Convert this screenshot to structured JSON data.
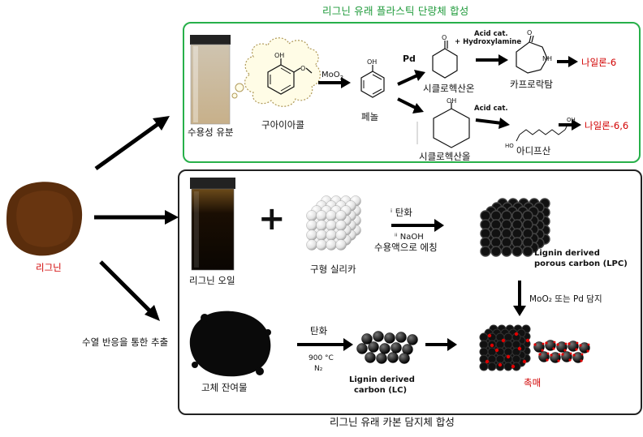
{
  "titles": {
    "top": "리그닌 유래 플라스틱 단량체 합성",
    "bottom": "리그닌 유래 카본 담지체 합성"
  },
  "source": {
    "lignin": "리그닌"
  },
  "routes": {
    "hydrothermal": "수열 반응을 통한 추출"
  },
  "top": {
    "water_fraction": "수용성 유분",
    "guaiacol": "구아이아콜",
    "phenol": "페놀",
    "cyclohexanone": "시클로헥산온",
    "cyclohexanol": "시클로헥산올",
    "caprolactam": "카프로락탐",
    "adipic_acid": "아디프산",
    "nylon6": "나일론-6",
    "nylon66": "나일론-6,6",
    "reagent_moo2": "MoO",
    "reagent_moo2_sub": "2",
    "reagent_pd": "Pd",
    "acid_cat_1": "Acid cat.",
    "hydroxylamine": "+ Hydroxylamine",
    "acid_cat_2": "Acid cat.",
    "atom_oh": "OH",
    "atom_o": "O",
    "atom_nh": "NH",
    "atom_ho": "HO"
  },
  "bottom": {
    "lignin_oil": "리그닌 오일",
    "plus": "+",
    "silica": "구형 실리카",
    "step_i": "ⁱ 탄화",
    "step_ii": "ⁱⁱ NaOH",
    "step_ii_b": "수용액으로 에칭",
    "lpc_line1": "Lignin derived",
    "lpc_line2": "porous carbon (LPC)",
    "loading": "MoO₂ 또는 Pd 담지",
    "solid_residue": "고체 잔여물",
    "carbonization": "탄화",
    "temp": "900 °C",
    "gas": "N₂",
    "lc_line1": "Lignin derived",
    "lc_line2": "carbon (LC)",
    "catalyst": "촉매"
  },
  "colors": {
    "green_border": "#27b04a",
    "red_text": "#d10000",
    "black_border": "#222222"
  }
}
